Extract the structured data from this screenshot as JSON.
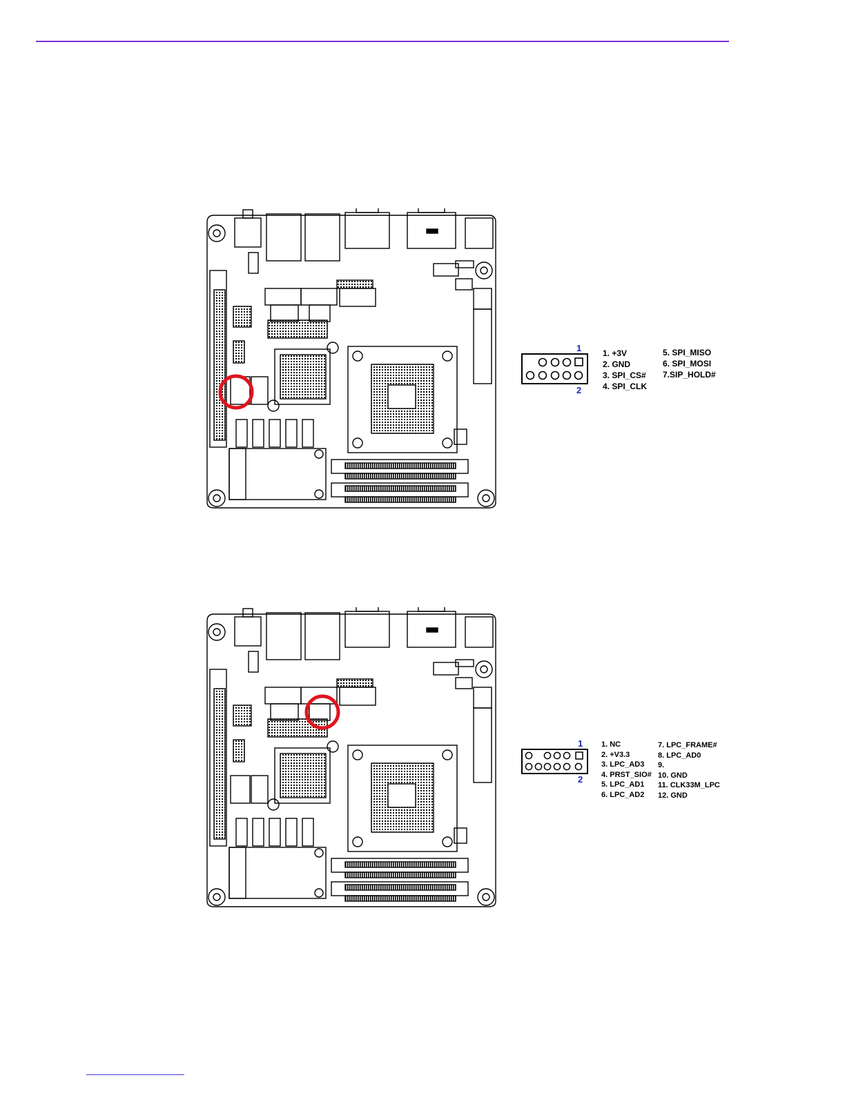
{
  "page": {
    "rule_color": "#7b2fd9",
    "bottom_rule_color": "#3b3bd9",
    "highlight_color": "#e0141e",
    "pin_number_color": "#1a2ab0"
  },
  "figures": [
    {
      "name": "spi-header",
      "pin_first": "1",
      "pin_second": "2",
      "pins_left": [
        "1. +3V",
        "2. GND",
        "3. SPI_CS#",
        "4. SPI_CLK"
      ],
      "pins_right": [
        "5. SPI_MISO",
        "6. SPI_MOSI",
        "7.SIP_HOLD#"
      ]
    },
    {
      "name": "lpc-header",
      "pin_first": "1",
      "pin_second": "2",
      "pins_left": [
        "1. NC",
        "2. +V3.3",
        "3. LPC_AD3",
        "4. PRST_SIO#",
        "5. LPC_AD1",
        "6. LPC_AD2"
      ],
      "pins_right": [
        "7. LPC_FRAME#",
        "8. LPC_AD0",
        "9.",
        "10. GND",
        "11. CLK33M_LPC",
        "12. GND"
      ]
    }
  ]
}
